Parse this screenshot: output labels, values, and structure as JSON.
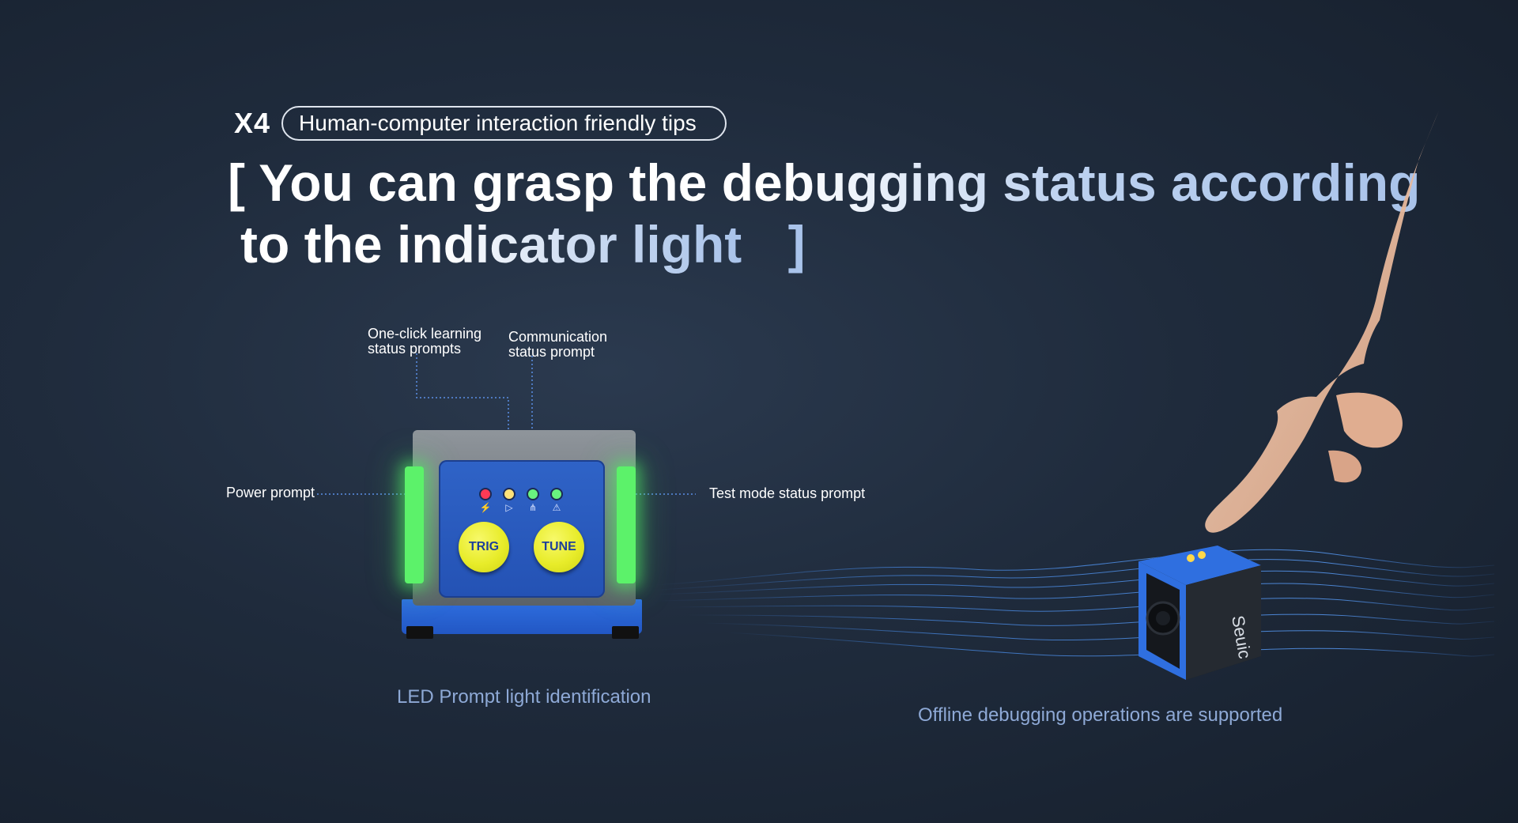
{
  "header": {
    "code": "X4",
    "pill_text": "Human-computer interaction friendly tips",
    "headline_bracket_open": "[",
    "headline_line1": "You can grasp the debugging status according",
    "headline_line2": "to the indicator light",
    "headline_bracket_close": "]"
  },
  "labels": {
    "learning_line1": "One-click learning",
    "learning_line2": "status prompts",
    "comm_line1": "Communication",
    "comm_line2": "status prompt",
    "power": "Power prompt",
    "test_mode": "Test mode status prompt"
  },
  "device": {
    "button_left": "TRIG",
    "button_right": "TUNE",
    "led_colors": [
      "#ff3a55",
      "#ffe27a",
      "#69f27f",
      "#69f27f"
    ],
    "led_icons": [
      "⚡",
      "▷",
      "⋔",
      "⚠"
    ],
    "side_led_color": "#5cf26a",
    "body_color": "#2f63c7"
  },
  "captions": {
    "left": "LED Prompt light identification",
    "right": "Offline debugging operations are supported"
  },
  "camera": {
    "brand": "Seuic"
  }
}
